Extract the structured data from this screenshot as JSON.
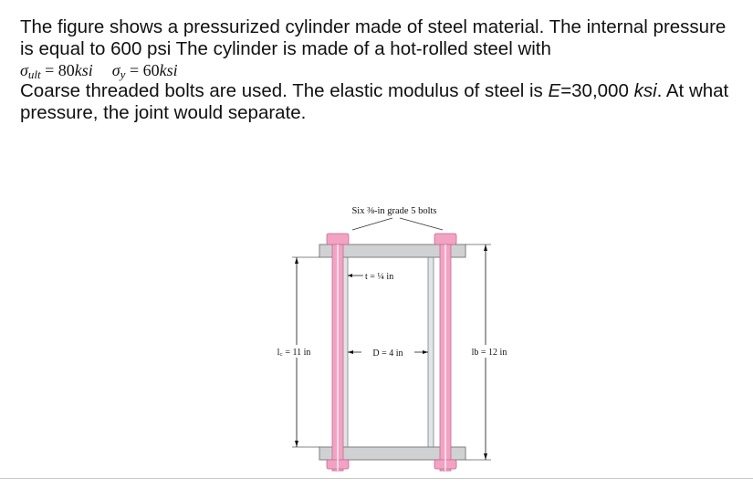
{
  "question": {
    "line1": "The figure shows a pressurized cylinder made of steel material. The internal pressure is equal to 600 psi The cylinder is made of a hot-rolled steel with",
    "sigma_ult": {
      "symbol": "σ",
      "sub": "ult",
      "value": "= 80",
      "unit": "ksi"
    },
    "sigma_y": {
      "symbol": "σ",
      "sub": "y",
      "value": "= 60",
      "unit": "ksi"
    },
    "line3a": "Coarse threaded bolts are used. The elastic modulus of steel is ",
    "modulus": "E",
    "line3b": "=30,000 ",
    "unit_ksi": "ksi",
    "line3c": ". At what pressure, the joint would separate."
  },
  "figure": {
    "bolt_label": "Six ⅜-in grade 5 bolts",
    "thickness_label": "t = ¼ in",
    "diameter_label": "D = 4 in",
    "lc_label": "l꜀ = 11 in",
    "lb_label": "lb = 12 in",
    "colors": {
      "bolt": "#f2a3c4",
      "bolt_dark": "#c56a92",
      "plate": "#cfd1d3",
      "plate_edge": "#7d7f81",
      "wall": "#e3e4e5"
    }
  }
}
